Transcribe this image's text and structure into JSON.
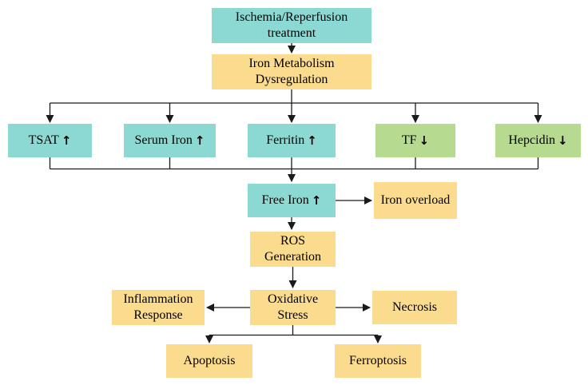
{
  "colors": {
    "teal": "#8CD9D4",
    "green": "#B6DB90",
    "yellow": "#FBDB8E",
    "line": "#1a1a1a"
  },
  "nodes": {
    "treatment": {
      "label": "Ischemia/Reperfusion treatment"
    },
    "dysregulation": {
      "label": "Iron Metabolism Dysregulation"
    },
    "tsat": {
      "label": "TSAT",
      "indicator": "↑"
    },
    "serum_iron": {
      "label": "Serum Iron",
      "indicator": "↑"
    },
    "ferritin": {
      "label": "Ferritin",
      "indicator": "↑"
    },
    "tf": {
      "label": "TF",
      "indicator": "↓"
    },
    "hepcidin": {
      "label": "Hepcidin",
      "indicator": "↓"
    },
    "free_iron": {
      "label": "Free Iron",
      "indicator": "↑"
    },
    "iron_overload": {
      "label": "Iron overload"
    },
    "ros": {
      "label": "ROS Generation"
    },
    "oxidative": {
      "label": "Oxidative Stress"
    },
    "inflammation": {
      "label": "Inflammation Response"
    },
    "necrosis": {
      "label": "Necrosis"
    },
    "apoptosis": {
      "label": "Apoptosis"
    },
    "ferroptosis": {
      "label": "Ferroptosis"
    }
  }
}
